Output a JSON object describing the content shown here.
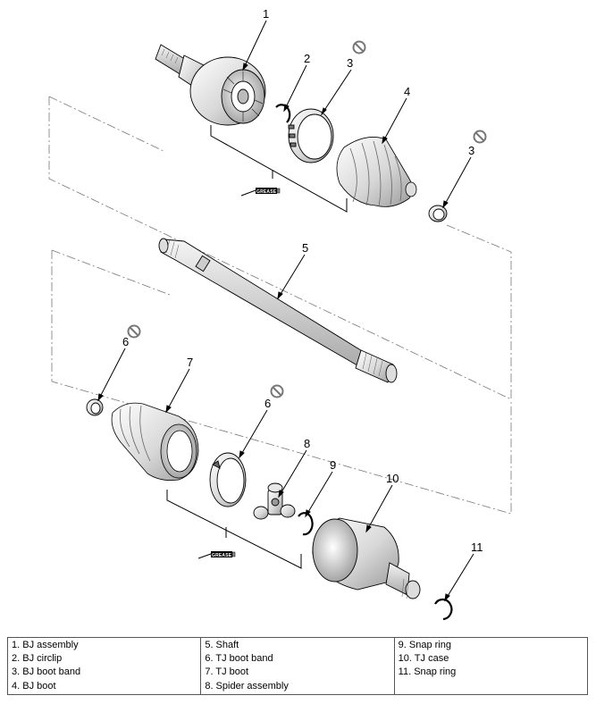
{
  "callouts": {
    "c1": "1",
    "c2": "2",
    "c3a": "3",
    "c3b": "3",
    "c4": "4",
    "c5": "5",
    "c6a": "6",
    "c6b": "6",
    "c7": "7",
    "c8": "8",
    "c9": "9",
    "c10": "10",
    "c11": "11"
  },
  "grease_label": "GREASE",
  "legend": {
    "col1": [
      "1. BJ assembly",
      "2. BJ circlip",
      "3. BJ boot band",
      "4. BJ boot"
    ],
    "col2": [
      "5. Shaft",
      "6. TJ boot band",
      "7. TJ boot",
      "8. Spider assembly"
    ],
    "col3": [
      "9. Snap ring",
      "10. TJ case",
      "11. Snap ring"
    ]
  }
}
